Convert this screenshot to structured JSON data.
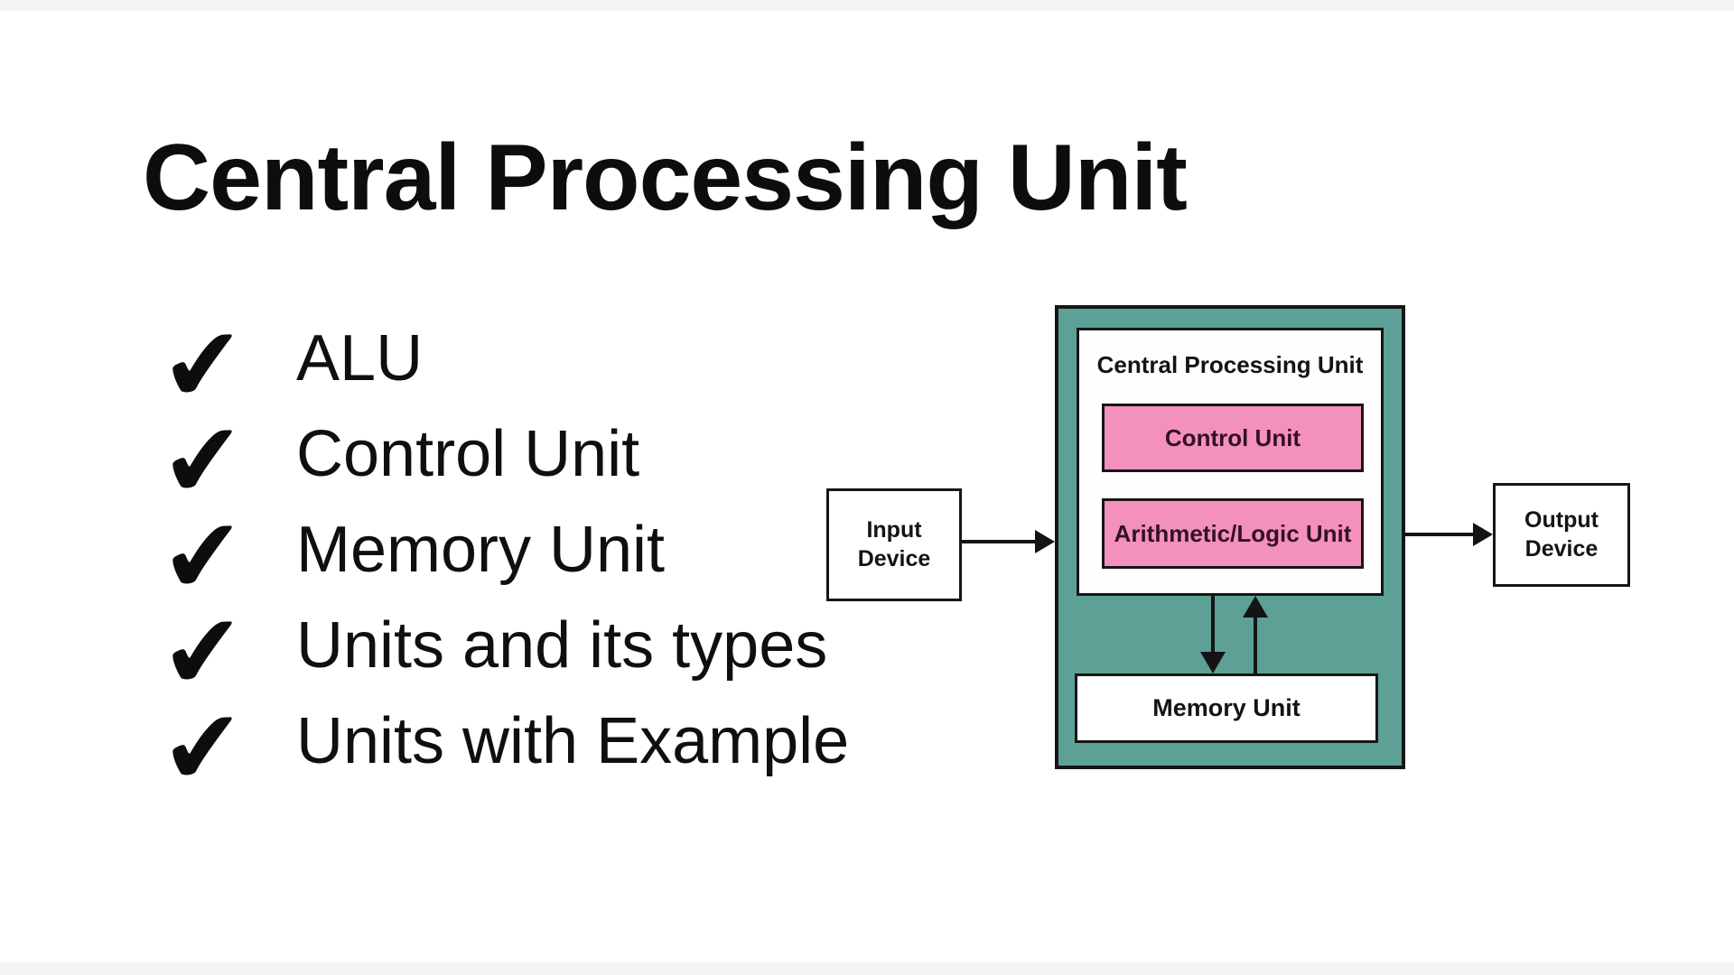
{
  "title": "Central Processing Unit",
  "checklist": {
    "check_icon": "✔",
    "items": [
      {
        "label": "ALU"
      },
      {
        "label": "Control Unit"
      },
      {
        "label": "Memory Unit"
      },
      {
        "label": "Units and its types"
      },
      {
        "label": "Units with Example"
      }
    ]
  },
  "diagram": {
    "input_device": {
      "line1": "Input",
      "line2": "Device"
    },
    "output_device": {
      "line1": "Output",
      "line2": "Device"
    },
    "cpu": {
      "label": "Central Processing Unit",
      "control_unit_label": "Control Unit",
      "alu_label": "Arithmetic/Logic Unit",
      "memory_unit_label": "Memory Unit"
    },
    "colors": {
      "cpu_background": "#5ca096",
      "unit_pink": "#f491bb",
      "box_border": "#161616",
      "text_dark": "#141414"
    }
  }
}
